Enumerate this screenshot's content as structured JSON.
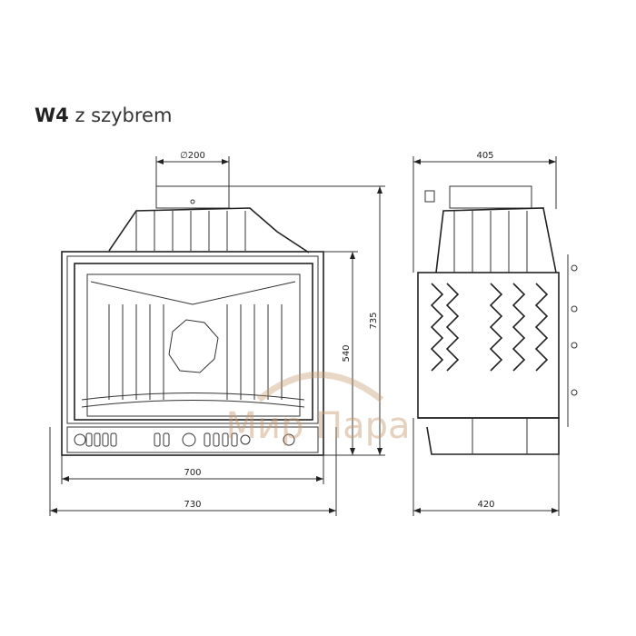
{
  "title": {
    "model": "W4",
    "subtitle": "z szybrem"
  },
  "dimensions": {
    "flue_diameter": "∅200",
    "front_inner_width": "700",
    "front_outer_width": "730",
    "front_height_body": "540",
    "front_height_total": "735",
    "side_top_depth": "405",
    "side_bottom_depth": "420"
  },
  "watermark": "Мир Пара",
  "colors": {
    "line": "#222222",
    "watermark": "#c79a70"
  }
}
